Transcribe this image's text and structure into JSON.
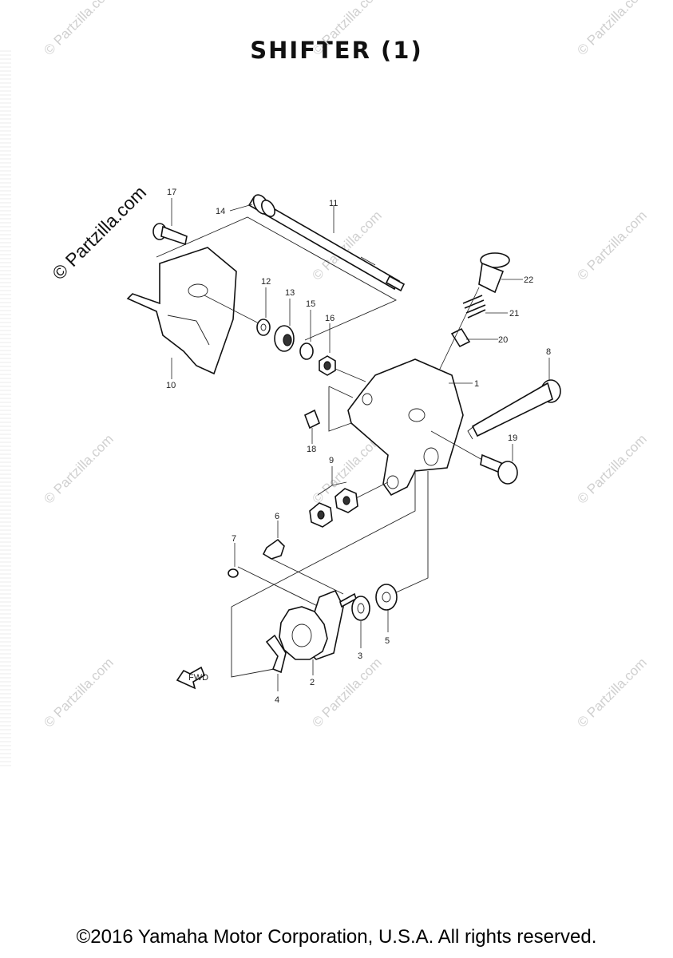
{
  "title": "SHIFTER  (1)",
  "copyright": "©2016 Yamaha Motor Corporation, U.S.A. All rights reserved.",
  "watermark": {
    "text": "© Partzilla.com",
    "main_text": "© Partzilla.com"
  },
  "callouts": {
    "p1": "1",
    "p2": "2",
    "p3": "3",
    "p4": "4",
    "p5": "5",
    "p6": "6",
    "p7": "7",
    "p8": "8",
    "p9": "9",
    "p10": "10",
    "p11": "11",
    "p12": "12",
    "p13": "13",
    "p14": "14",
    "p15": "15",
    "p16": "16",
    "p17": "17",
    "p18": "18",
    "p19": "19",
    "p20": "20",
    "p21": "21",
    "p22": "22"
  },
  "fwd_label": "FWD"
}
